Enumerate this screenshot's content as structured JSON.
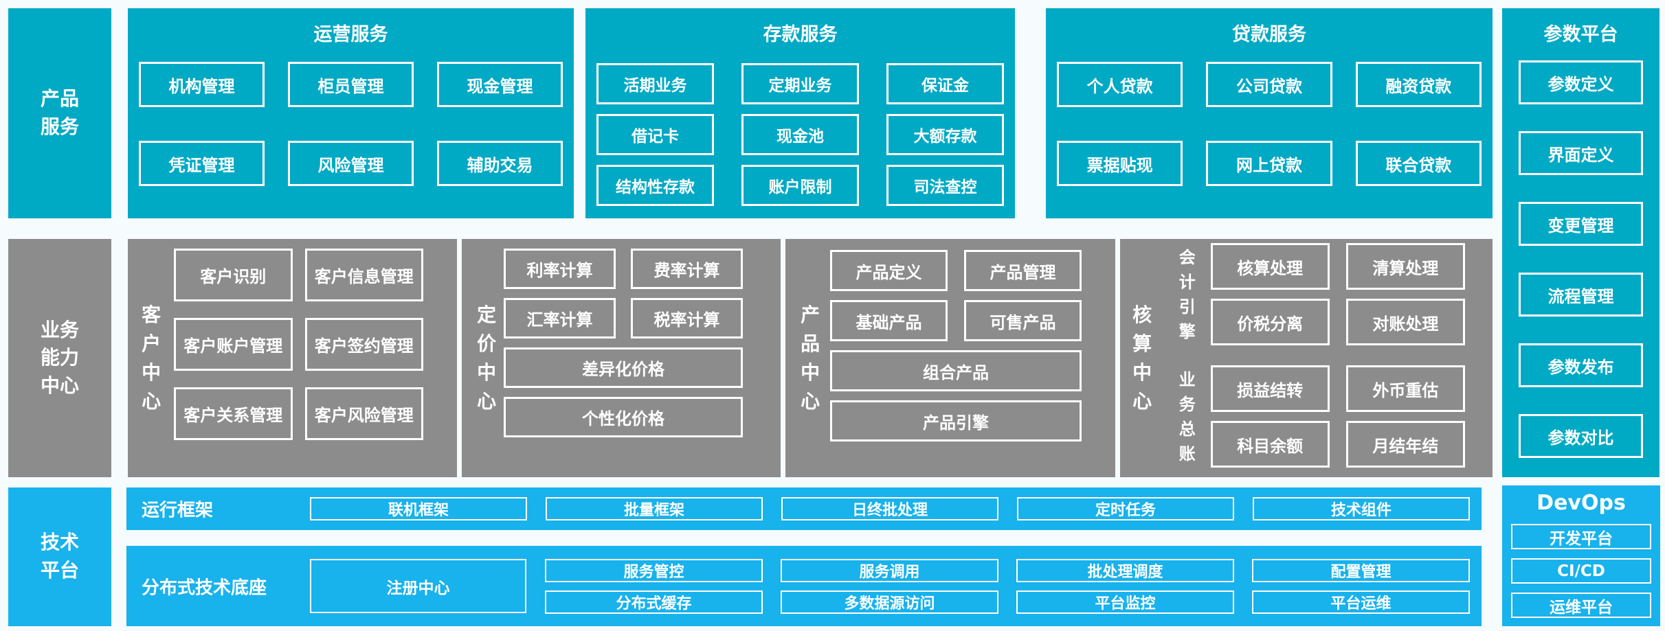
{
  "diagram": {
    "left_labels": {
      "product": "产品服务",
      "business": "业务能力中心",
      "tech": "技术平台"
    },
    "operations": {
      "title": "运营服务",
      "items": [
        "机构管理",
        "柜员管理",
        "现金管理",
        "凭证管理",
        "风险管理",
        "辅助交易"
      ]
    },
    "deposit": {
      "title": "存款服务",
      "items": [
        "活期业务",
        "定期业务",
        "保证金",
        "借记卡",
        "现金池",
        "大额存款",
        "结构性存款",
        "账户限制",
        "司法查控"
      ]
    },
    "loan": {
      "title": "贷款服务",
      "items": [
        "个人贷款",
        "公司贷款",
        "融资贷款",
        "票据贴现",
        "网上贷款",
        "联合贷款"
      ]
    },
    "param": {
      "title": "参数平台",
      "items": [
        "参数定义",
        "界面定义",
        "变更管理",
        "流程管理",
        "参数发布",
        "参数对比"
      ]
    },
    "customer": {
      "title": "客户中心",
      "items": [
        "客户识别",
        "客户信息管理",
        "客户账户管理",
        "客户签约管理",
        "客户关系管理",
        "客户风险管理"
      ]
    },
    "pricing": {
      "title": "定价中心",
      "items": [
        "利率计算",
        "费率计算",
        "汇率计算",
        "税率计算",
        "差异化价格",
        "个性化价格"
      ]
    },
    "product": {
      "title": "产品中心",
      "items": [
        "产品定义",
        "产品管理",
        "基础产品",
        "可售产品",
        "组合产品",
        "产品引擎"
      ]
    },
    "accounting": {
      "title": "核算中心",
      "groups": [
        {
          "label": "会计引擎",
          "items": [
            "核算处理",
            "清算处理",
            "价税分离",
            "对账处理"
          ]
        },
        {
          "label": "业务总账",
          "items": [
            "损益结转",
            "外币重估",
            "科目余额",
            "月结年结"
          ]
        }
      ]
    },
    "runtime": {
      "title": "运行框架",
      "items": [
        "联机框架",
        "批量框架",
        "日终批处理",
        "定时任务",
        "技术组件"
      ]
    },
    "distributed": {
      "title": "分布式技术底座",
      "registry": "注册中心",
      "items": [
        "服务管控",
        "服务调用",
        "批处理调度",
        "配置管理",
        "分布式缓存",
        "多数据源访问",
        "平台监控",
        "平台运维"
      ]
    },
    "devops": {
      "title": "DevOps",
      "items": [
        "开发平台",
        "CI/CD",
        "运维平台"
      ]
    },
    "colors": {
      "teal": "#00a9c4",
      "gray": "#8c8c8c",
      "blue": "#18b2ec",
      "node_border": "#ffffff"
    }
  }
}
